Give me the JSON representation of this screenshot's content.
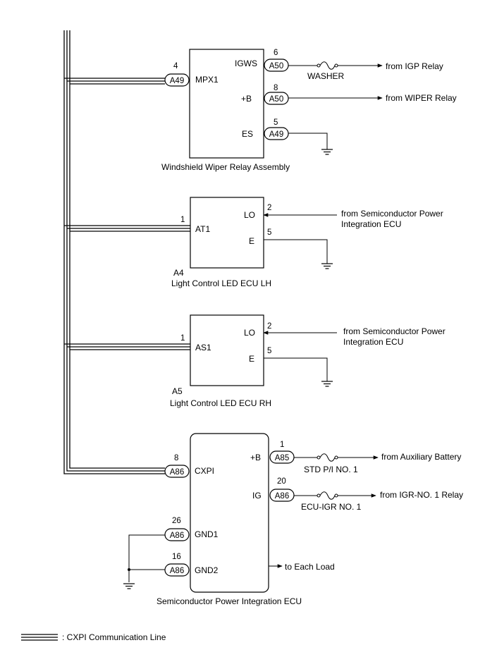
{
  "components": {
    "wiper_relay": {
      "name": "Windshield Wiper Relay Assembly",
      "pins": [
        {
          "num": "4",
          "conn": "A49",
          "label": "MPX1"
        },
        {
          "num": "6",
          "conn": "A50",
          "label": "IGWS"
        },
        {
          "num": "8",
          "conn": "A50",
          "label": "+B"
        },
        {
          "num": "5",
          "conn": "A49",
          "label": "ES"
        }
      ],
      "fuse": "WASHER",
      "from_igws": "from IGP Relay",
      "from_b": "from WIPER Relay"
    },
    "led_lh": {
      "code": "A4",
      "name": "Light Control LED ECU LH",
      "pins": [
        {
          "num": "1",
          "label": "AT1"
        },
        {
          "num": "2",
          "label": "LO"
        },
        {
          "num": "5",
          "label": "E"
        }
      ],
      "from_lo_1": "from Semiconductor Power",
      "from_lo_2": "Integration ECU"
    },
    "led_rh": {
      "code": "A5",
      "name": "Light Control LED ECU RH",
      "pins": [
        {
          "num": "1",
          "label": "AS1"
        },
        {
          "num": "2",
          "label": "LO"
        },
        {
          "num": "5",
          "label": "E"
        }
      ],
      "from_lo_1": "from Semiconductor Power",
      "from_lo_2": "Integration ECU"
    },
    "spi_ecu": {
      "name": "Semiconductor Power Integration ECU",
      "pins": [
        {
          "num": "8",
          "conn": "A86",
          "label": "CXPI"
        },
        {
          "num": "1",
          "conn": "A85",
          "label": "+B"
        },
        {
          "num": "20",
          "conn": "A86",
          "label": "IG"
        },
        {
          "num": "26",
          "conn": "A86",
          "label": "GND1"
        },
        {
          "num": "16",
          "conn": "A86",
          "label": "GND2"
        }
      ],
      "fuse_b": "STD P/I NO. 1",
      "fuse_ig": "ECU-IGR NO. 1",
      "from_b": "from Auxiliary Battery",
      "from_ig": "from IGR-NO. 1 Relay",
      "to_load": "to Each Load"
    }
  },
  "legend": ": CXPI Communication Line"
}
